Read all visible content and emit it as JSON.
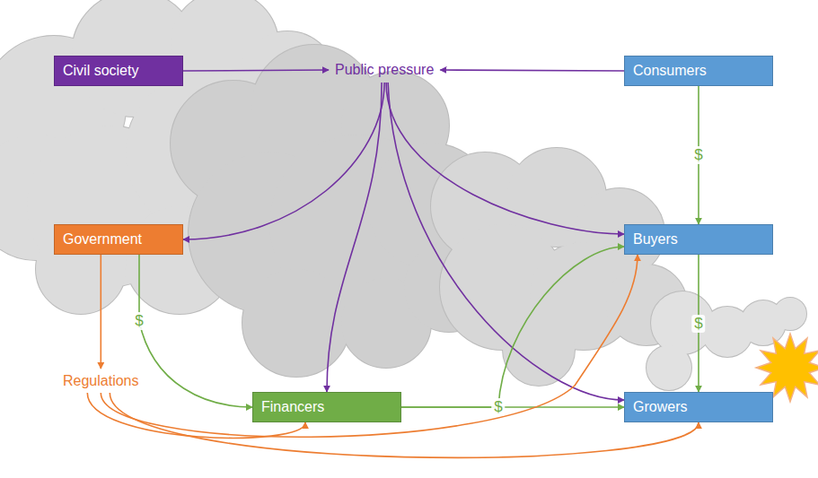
{
  "diagram": {
    "nodes": [
      {
        "text": [
          "Civil society"
        ]
      },
      {
        "text": [
          "Public pressure"
        ]
      },
      {
        "text": [
          "Consumers"
        ]
      },
      {
        "text": [
          "Government"
        ]
      },
      {
        "text": [
          "Buyers"
        ]
      },
      {
        "text": [
          "Regulations"
        ]
      },
      {
        "text": [
          "Financers"
        ]
      },
      {
        "text": [
          "Growers"
        ]
      }
    ],
    "edges": [
      {
        "from": 0,
        "to": 1,
        "arrow": "to"
      },
      {
        "from": 2,
        "to": 1,
        "arrow": "to"
      },
      {
        "from": 1,
        "to": 3,
        "arrow": "to"
      },
      {
        "from": 1,
        "to": 6,
        "arrow": "to"
      },
      {
        "from": 1,
        "to": 4,
        "arrow": "to"
      },
      {
        "from": 1,
        "to": 7,
        "arrow": "to"
      },
      {
        "from": 2,
        "to": 4,
        "label": "$",
        "arrow": "to"
      },
      {
        "from": 4,
        "to": 7,
        "label": "$",
        "arrow": "to"
      },
      {
        "from": 3,
        "to": 6,
        "label": "$",
        "arrow": "to"
      },
      {
        "from": 6,
        "to": 7,
        "label": "$",
        "arrow": "to"
      },
      {
        "from": 6,
        "to": 4,
        "arrow": "to"
      },
      {
        "from": 3,
        "to": 5,
        "arrow": "to"
      },
      {
        "from": 5,
        "to": 6,
        "arrow": "to"
      },
      {
        "from": 5,
        "to": 4,
        "arrow": "to"
      },
      {
        "from": 5,
        "to": 7,
        "arrow": "to"
      }
    ]
  }
}
